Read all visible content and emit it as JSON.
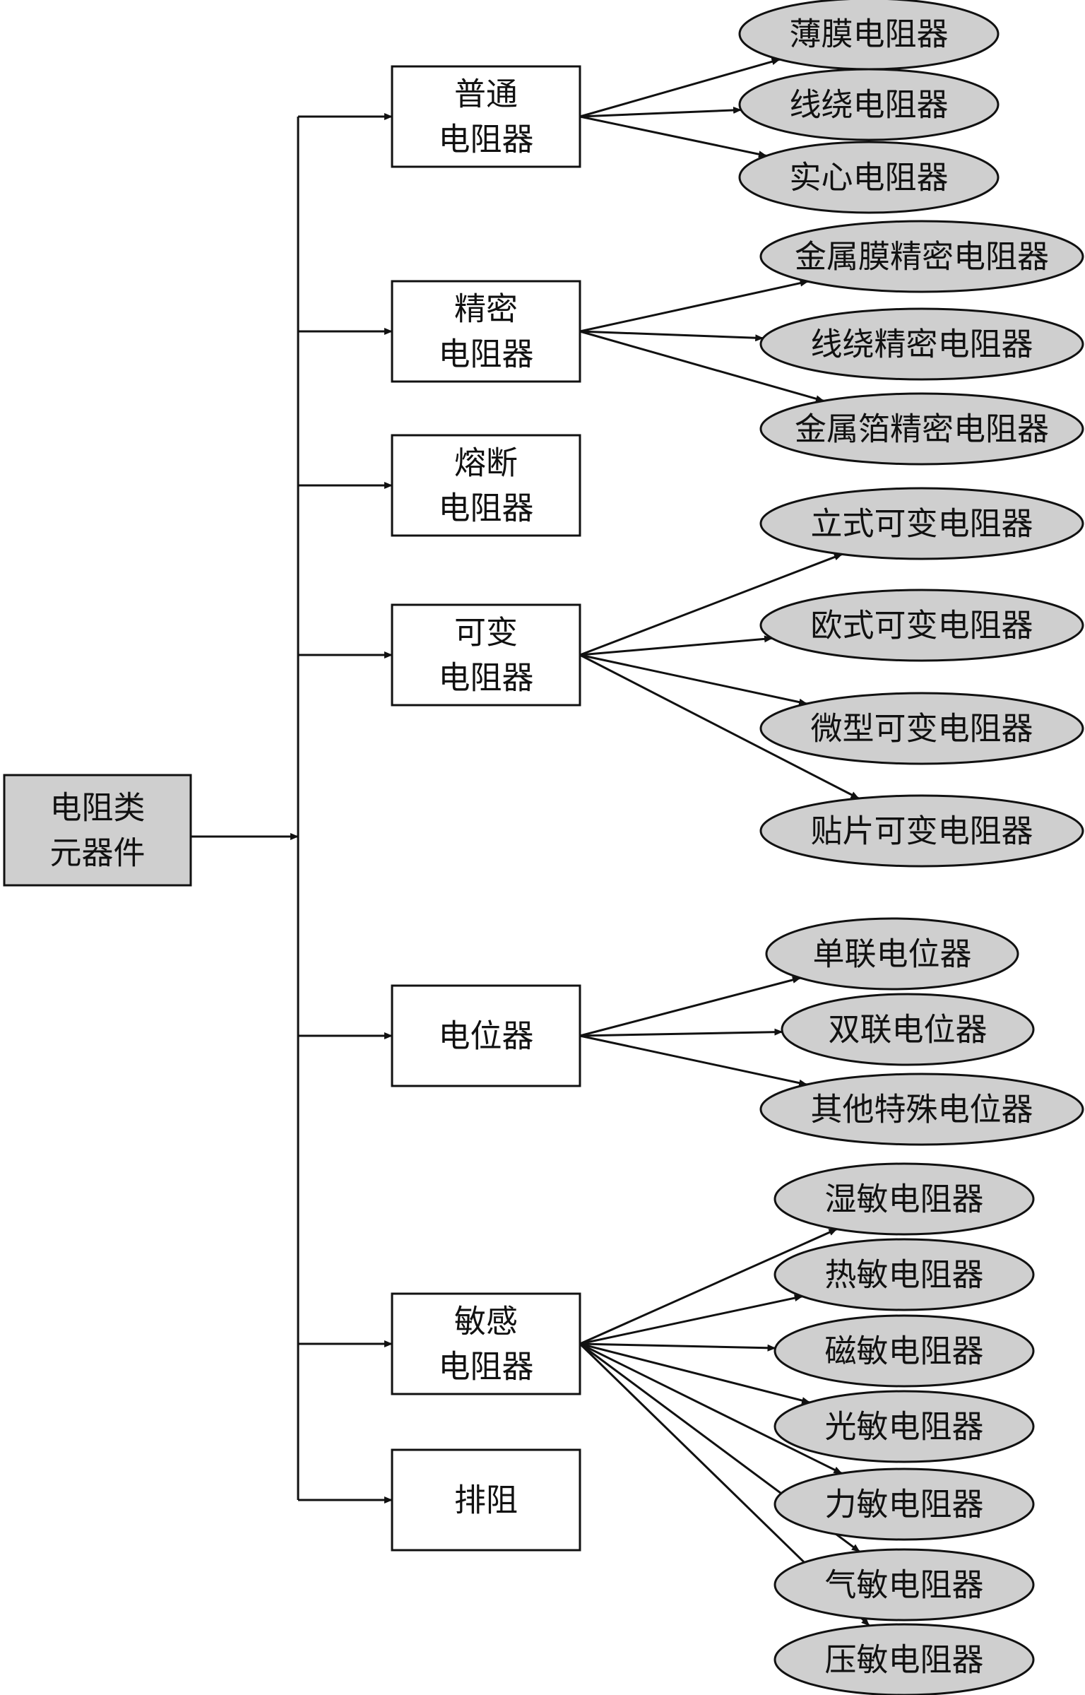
{
  "root": {
    "lines": [
      "电阻类",
      "元器件"
    ]
  },
  "categories": [
    {
      "lines": [
        "普通",
        "电阻器"
      ],
      "children": [
        "薄膜电阻器",
        "线绕电阻器",
        "实心电阻器"
      ]
    },
    {
      "lines": [
        "精密",
        "电阻器"
      ],
      "children": [
        "金属膜精密电阻器",
        "线绕精密电阻器",
        "金属箔精密电阻器"
      ]
    },
    {
      "lines": [
        "熔断",
        "电阻器"
      ],
      "children": []
    },
    {
      "lines": [
        "可变",
        "电阻器"
      ],
      "children": [
        "立式可变电阻器",
        "欧式可变电阻器",
        "微型可变电阻器",
        "贴片可变电阻器"
      ]
    },
    {
      "lines": [
        "电位器"
      ],
      "children": [
        "单联电位器",
        "双联电位器",
        "其他特殊电位器"
      ]
    },
    {
      "lines": [
        "敏感",
        "电阻器"
      ],
      "children": [
        "湿敏电阻器",
        "热敏电阻器",
        "磁敏电阻器",
        "光敏电阻器",
        "力敏电阻器",
        "气敏电阻器",
        "压敏电阻器"
      ]
    },
    {
      "lines": [
        "排阻"
      ],
      "children": []
    }
  ],
  "colors": {
    "stroke": "#111111",
    "fill_gray": "#cfcfcf",
    "background": "#ffffff"
  }
}
